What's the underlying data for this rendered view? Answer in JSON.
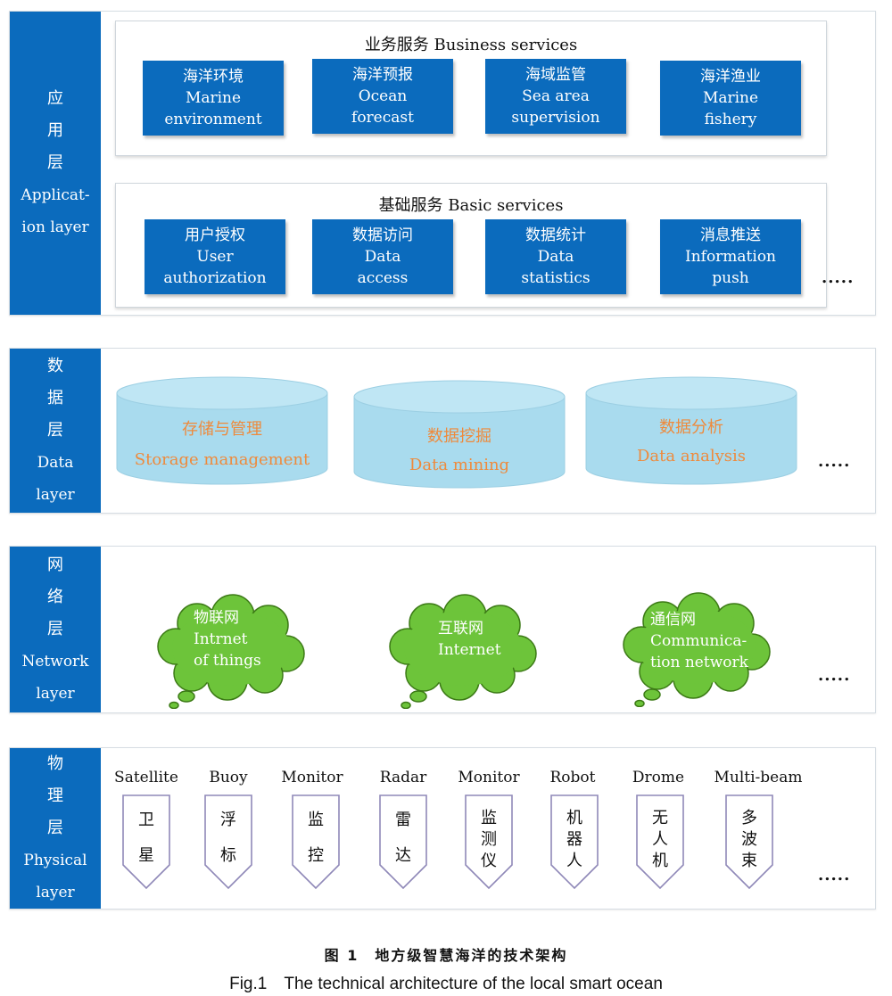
{
  "application_layer": {
    "label_cn": [
      "应",
      "用",
      "层"
    ],
    "label_en": [
      "Applicat-",
      "ion layer"
    ],
    "business": {
      "title": "业务服务 Business services",
      "items": [
        {
          "cn": "海洋环境",
          "en": [
            "Marine",
            "environment"
          ]
        },
        {
          "cn": "海洋预报",
          "en": [
            "Ocean",
            "forecast"
          ]
        },
        {
          "cn": "海域监管",
          "en": [
            "Sea area",
            "supervision"
          ]
        },
        {
          "cn": "海洋渔业",
          "en": [
            "Marine",
            "fishery"
          ]
        }
      ]
    },
    "basic": {
      "title": "基础服务 Basic services",
      "items": [
        {
          "cn": "用户授权",
          "en": [
            "User",
            "authorization"
          ]
        },
        {
          "cn": "数据访问",
          "en": [
            "Data",
            "access"
          ]
        },
        {
          "cn": "数据统计",
          "en": [
            "Data",
            "statistics"
          ]
        },
        {
          "cn": "消息推送",
          "en": [
            "Information",
            "push"
          ]
        }
      ]
    },
    "ellipsis": "....."
  },
  "data_layer": {
    "label_cn": [
      "数",
      "据",
      "层"
    ],
    "label_en": [
      "Data",
      "layer"
    ],
    "items": [
      {
        "cn": "存储与管理",
        "en": "Storage management"
      },
      {
        "cn": "数据挖掘",
        "en": "Data mining"
      },
      {
        "cn": "数据分析",
        "en": "Data analysis"
      }
    ],
    "ellipsis": "....."
  },
  "network_layer": {
    "label_cn": [
      "网",
      "络",
      "层"
    ],
    "label_en": [
      "Network",
      "layer"
    ],
    "items": [
      {
        "lines": [
          "物联网",
          "Intrnet",
          "of things"
        ]
      },
      {
        "lines": [
          "互联网",
          "Internet"
        ]
      },
      {
        "lines": [
          "通信网",
          "Communica-",
          "tion network"
        ]
      }
    ],
    "ellipsis": "....."
  },
  "physical_layer": {
    "label_cn": [
      "物",
      "理",
      "层"
    ],
    "label_en": [
      "Physical",
      "layer"
    ],
    "items": [
      {
        "en": "Satellite",
        "cn": [
          "卫",
          "星"
        ]
      },
      {
        "en": "Buoy",
        "cn": [
          "浮",
          "标"
        ]
      },
      {
        "en": "Monitor",
        "cn": [
          "监",
          "控"
        ]
      },
      {
        "en": "Radar",
        "cn": [
          "雷",
          "达"
        ]
      },
      {
        "en": "Monitor",
        "cn": [
          "监",
          "测",
          "仪"
        ]
      },
      {
        "en": "Robot",
        "cn": [
          "机",
          "器",
          "人"
        ]
      },
      {
        "en": "Drome",
        "cn": [
          "无",
          "人",
          "机"
        ]
      },
      {
        "en": "Multi-beam",
        "cn": [
          "多",
          "波",
          "束"
        ]
      }
    ],
    "ellipsis": "....."
  },
  "caption": {
    "cn": "图 1　地方级智慧海洋的技术架构",
    "en": "Fig.1　The technical architecture of the local smart ocean"
  },
  "colors": {
    "layer_blue": "#0b6bbd",
    "cylinder_fill": "#a9dbee",
    "cylinder_text": "#ee8a3c",
    "cloud_fill": "#6dc43a",
    "cloud_stroke": "#3c7a16"
  }
}
